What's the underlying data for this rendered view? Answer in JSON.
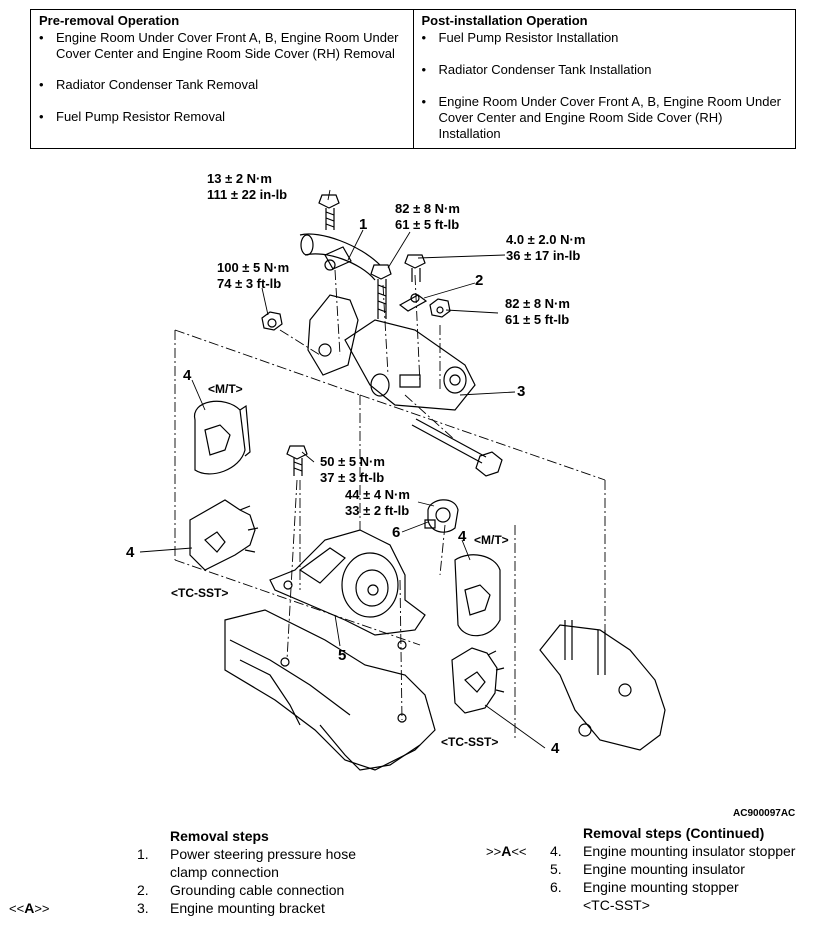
{
  "pre_removal": {
    "title": "Pre-removal Operation",
    "items": [
      "Engine Room Under Cover Front A, B, Engine Room Under Cover Center and Engine Room Side Cover (RH) Removal",
      "Radiator Condenser Tank Removal",
      "Fuel Pump Resistor Removal"
    ]
  },
  "post_installation": {
    "title": "Post-installation Operation",
    "items": [
      "Fuel Pump Resistor Installation",
      "Radiator Condenser Tank Installation",
      "Engine Room Under Cover Front A, B, Engine Room Under Cover Center and Engine Room Side Cover (RH) Installation"
    ]
  },
  "torque": {
    "t1": [
      "13 ± 2 N·m",
      "111 ± 22 in-lb"
    ],
    "t2": [
      "82 ± 8 N·m",
      "61 ± 5 ft-lb"
    ],
    "t3": [
      "4.0 ± 2.0 N·m",
      "36 ± 17 in-lb"
    ],
    "t4": [
      "100 ± 5 N·m",
      "74 ± 3 ft-lb"
    ],
    "t5": [
      "82 ± 8 N·m",
      "61 ± 5 ft-lb"
    ],
    "t6": [
      "50 ± 5 N·m",
      "37 ± 3 ft-lb"
    ],
    "t7": [
      "44 ± 4 N·m",
      "33 ± 2 ft-lb"
    ]
  },
  "callouts": {
    "c1": "1",
    "c2": "2",
    "c3": "3",
    "c4a": "4",
    "c4b": "4",
    "c4c": "4",
    "c4d": "4",
    "c5": "5",
    "c6": "6"
  },
  "tags": {
    "mt_left": "<M/T>",
    "mt_right": "<M/T>",
    "tcsst_left": "<TC-SST>",
    "tcsst_right": "<TC-SST>"
  },
  "figure_code": "AC900097AC",
  "steps_left": {
    "title": "Removal steps",
    "rows": [
      {
        "n": "1.",
        "text": "Power steering pressure hose clamp connection"
      },
      {
        "n": "2.",
        "text": "Grounding cable connection"
      },
      {
        "n": "3.",
        "text": "Engine mounting bracket"
      }
    ]
  },
  "steps_right": {
    "title": "Removal steps (Continued)",
    "rows": [
      {
        "n": "4.",
        "text": "Engine mounting insulator stopper"
      },
      {
        "n": "5.",
        "text": "Engine mounting insulator"
      },
      {
        "n": "6.",
        "text": "Engine mounting stopper"
      },
      {
        "n": "",
        "text": "<TC-SST>"
      }
    ]
  },
  "marks": {
    "install_pre": ">>",
    "install_letter": "A",
    "install_post": "<<",
    "remove_pre": "<<",
    "remove_letter": "A",
    "remove_post": ">>"
  }
}
